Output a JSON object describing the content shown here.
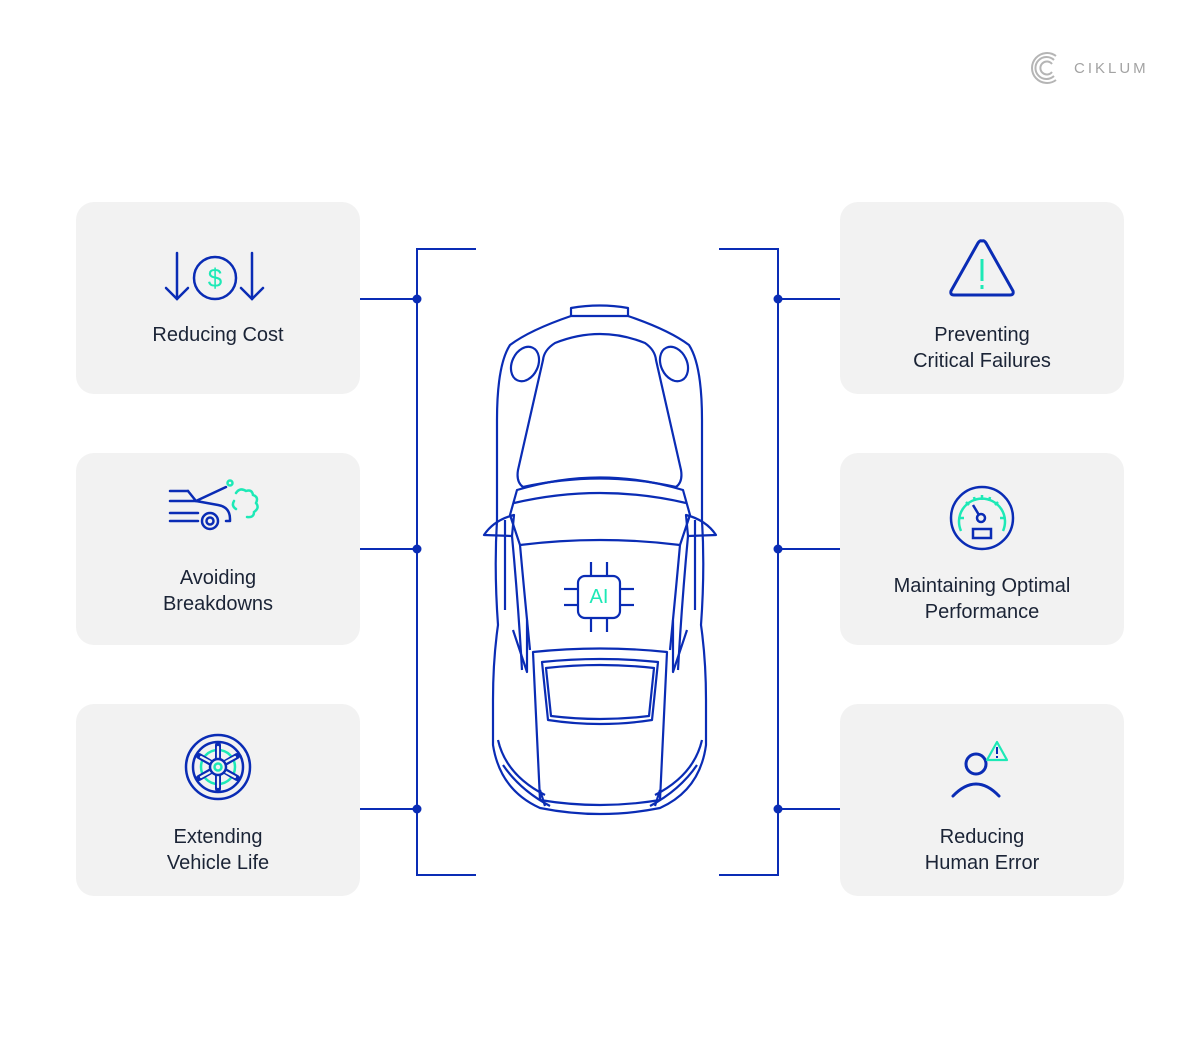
{
  "brand": {
    "name": "CIKLUM",
    "icon": "ciklum-logo-icon"
  },
  "colors": {
    "primary": "#0a2cb5",
    "accent": "#1de9b6",
    "card_bg": "#f2f2f2",
    "text": "#1b2436",
    "logo": "#a3a3a3"
  },
  "center": {
    "icon": "car-top-view-icon",
    "chip_label": "AI"
  },
  "left_cards": [
    {
      "label": "Reducing Cost",
      "icon": "cost-down-dollar-icon"
    },
    {
      "label": "Avoiding\nBreakdowns",
      "icon": "car-breakdown-smoke-icon"
    },
    {
      "label": "Extending\nVehicle Life",
      "icon": "wheel-icon"
    }
  ],
  "right_cards": [
    {
      "label": "Preventing\nCritical Failures",
      "icon": "warning-triangle-icon"
    },
    {
      "label": "Maintaining Optimal\nPerformance",
      "icon": "speedometer-icon"
    },
    {
      "label": "Reducing\nHuman Error",
      "icon": "person-warning-icon"
    }
  ]
}
